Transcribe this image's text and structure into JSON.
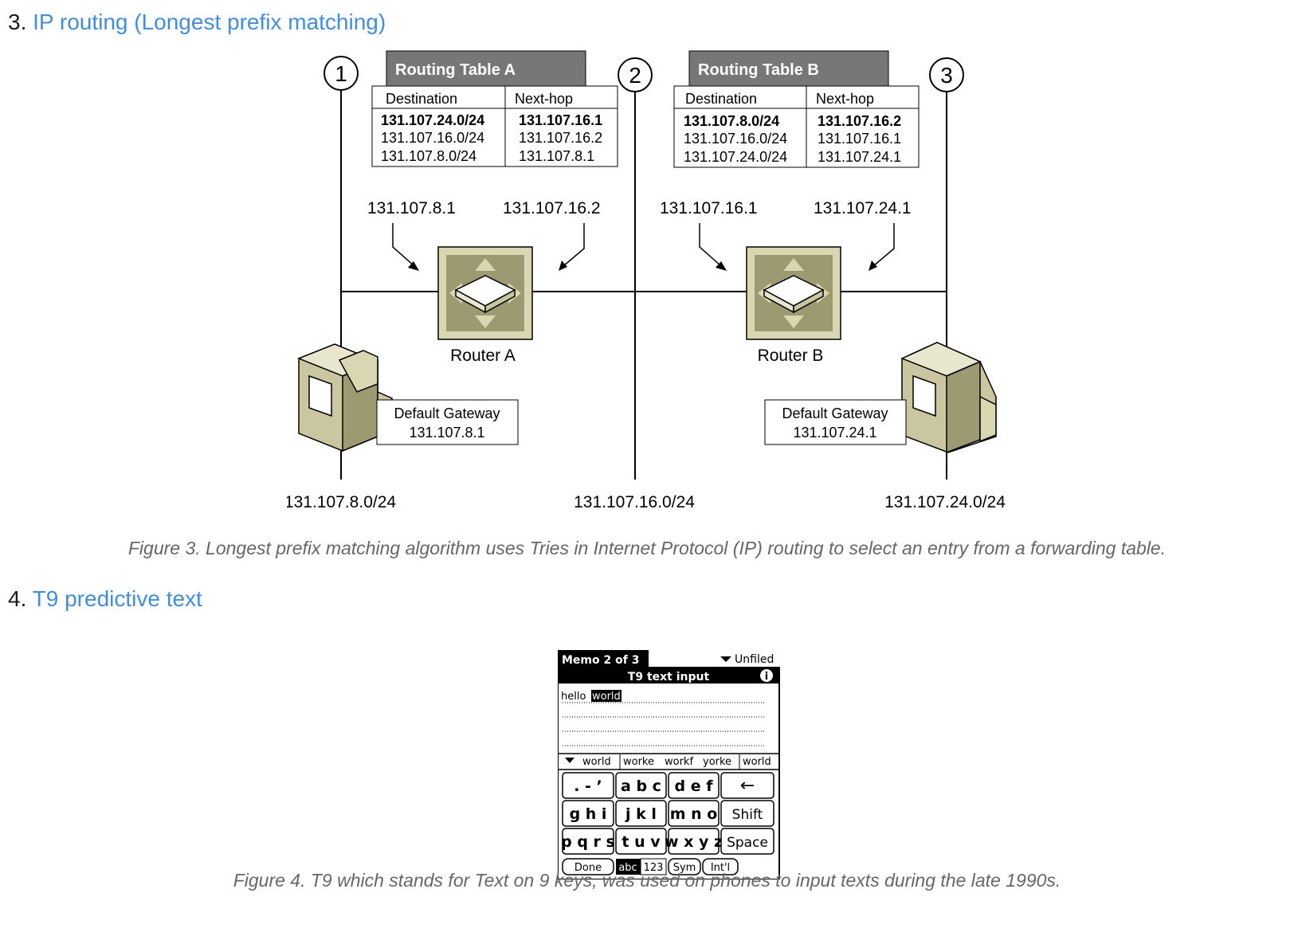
{
  "section3": {
    "number": "3.",
    "title": "IP routing (Longest prefix matching)"
  },
  "figure3": {
    "callouts": [
      "1",
      "2",
      "3"
    ],
    "table_a": {
      "title": "Routing Table A",
      "headers": [
        "Destination",
        "Next-hop"
      ],
      "rows": [
        [
          "131.107.24.0/24",
          "131.107.16.1"
        ],
        [
          "131.107.16.0/24",
          "131.107.16.2"
        ],
        [
          "131.107.8.0/24",
          "131.107.8.1"
        ]
      ]
    },
    "table_b": {
      "title": "Routing Table B",
      "headers": [
        "Destination",
        "Next-hop"
      ],
      "rows": [
        [
          "131.107.8.0/24",
          "131.107.16.2"
        ],
        [
          "131.107.16.0/24",
          "131.107.16.1"
        ],
        [
          "131.107.24.0/24",
          "131.107.24.1"
        ]
      ]
    },
    "router_a": {
      "label": "Router A",
      "left_ip": "131.107.8.1",
      "right_ip": "131.107.16.2"
    },
    "router_b": {
      "label": "Router B",
      "left_ip": "131.107.16.1",
      "right_ip": "131.107.24.1"
    },
    "gateway_a": {
      "title": "Default Gateway",
      "ip": "131.107.8.1"
    },
    "gateway_b": {
      "title": "Default Gateway",
      "ip": "131.107.24.1"
    },
    "networks": [
      "131.107.8.0/24",
      "131.107.16.0/24",
      "131.107.24.0/24"
    ],
    "caption": "Figure 3. Longest prefix matching algorithm uses Tries in Internet Protocol (IP) routing to select an entry from a forwarding table."
  },
  "section4": {
    "number": "4.",
    "title": "T9 predictive text"
  },
  "figure4": {
    "memo_tab": "Memo 2 of 3",
    "category": "Unfiled",
    "title_bar": "T9 text input",
    "typed_plain": "hello",
    "typed_selected": "world",
    "suggestions": [
      "world",
      "worke",
      "workf",
      "yorke",
      "world"
    ],
    "keys": [
      [
        ". - ’",
        "a b c",
        "d e f",
        "←"
      ],
      [
        "g h i",
        "j k l",
        "m n o",
        "Shift"
      ],
      [
        "p q r s",
        "t u v",
        "w x y z",
        "Space"
      ]
    ],
    "bottom_buttons": [
      "Done",
      "abc",
      "123",
      "Sym",
      "Int'l"
    ],
    "caption": "Figure 4. T9 which stands for Text on 9 keys, was used on phones to input texts during the late 1990s."
  }
}
